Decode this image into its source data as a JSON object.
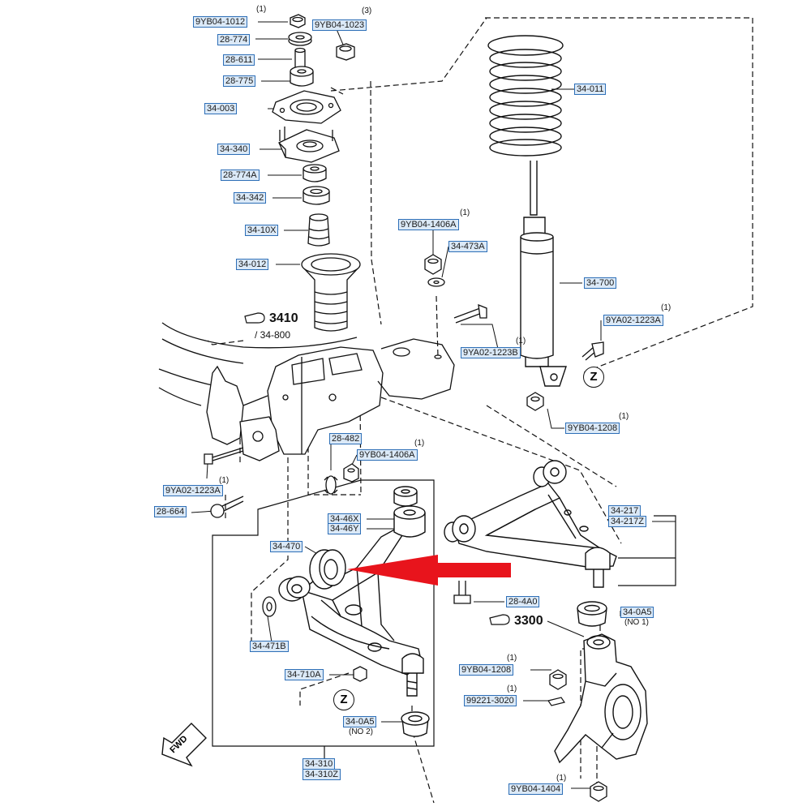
{
  "colors": {
    "label_border": "#2e6fb7",
    "label_fill": "#dbe9f7",
    "arrow": "#e8141c",
    "line": "#111111"
  },
  "icons": [
    "reference-hand-icon",
    "fwd-arrow-icon",
    "highlight-arrow-icon"
  ],
  "part_labels": [
    {
      "id": "9YB04-1012",
      "text": "9YB04-1012",
      "qty": "(1)"
    },
    {
      "id": "28-774",
      "text": "28-774"
    },
    {
      "id": "9YB04-1023",
      "text": "9YB04-1023",
      "qty": "(3)"
    },
    {
      "id": "28-611",
      "text": "28-611"
    },
    {
      "id": "28-775",
      "text": "28-775"
    },
    {
      "id": "34-003",
      "text": "34-003"
    },
    {
      "id": "34-340",
      "text": "34-340"
    },
    {
      "id": "28-774A",
      "text": "28-774A"
    },
    {
      "id": "34-342",
      "text": "34-342"
    },
    {
      "id": "34-10X",
      "text": "34-10X"
    },
    {
      "id": "34-012",
      "text": "34-012"
    },
    {
      "id": "34-011",
      "text": "34-011"
    },
    {
      "id": "9YB04-1406A-top",
      "text": "9YB04-1406A",
      "qty": "(1)"
    },
    {
      "id": "34-473A",
      "text": "34-473A"
    },
    {
      "id": "34-700",
      "text": "34-700"
    },
    {
      "id": "9YA02-1223A-right",
      "text": "9YA02-1223A",
      "qty": "(1)"
    },
    {
      "id": "9YA02-1223B",
      "text": "9YA02-1223B",
      "qty": "(1)"
    },
    {
      "id": "9YB04-1208-top",
      "text": "9YB04-1208",
      "qty": "(1)"
    },
    {
      "id": "28-482",
      "text": "28-482"
    },
    {
      "id": "9YB04-1406A-mid",
      "text": "9YB04-1406A",
      "qty": "(1)"
    },
    {
      "id": "9YA02-1223A-left",
      "text": "9YA02-1223A",
      "qty": "(1)"
    },
    {
      "id": "28-664",
      "text": "28-664"
    },
    {
      "id": "34-46X",
      "text": "34-46X"
    },
    {
      "id": "34-46Y",
      "text": "34-46Y"
    },
    {
      "id": "34-470",
      "text": "34-470"
    },
    {
      "id": "34-471B",
      "text": "34-471B"
    },
    {
      "id": "34-710A",
      "text": "34-710A"
    },
    {
      "id": "34-0A5-lower",
      "text": "34-0A5",
      "note": "(NO 2)"
    },
    {
      "id": "34-310",
      "text": "34-310"
    },
    {
      "id": "34-310Z",
      "text": "34-310Z"
    },
    {
      "id": "34-217",
      "text": "34-217"
    },
    {
      "id": "34-217Z",
      "text": "34-217Z"
    },
    {
      "id": "28-4A0",
      "text": "28-4A0"
    },
    {
      "id": "34-0A5-upper",
      "text": "34-0A5",
      "note": "(NO 1)"
    },
    {
      "id": "9YB04-1208-low",
      "text": "9YB04-1208",
      "qty": "(1)"
    },
    {
      "id": "99221-3020",
      "text": "99221-3020",
      "qty": "(1)"
    },
    {
      "id": "9YB04-1404",
      "text": "9YB04-1404",
      "qty": "(1)"
    }
  ],
  "references": [
    {
      "id": "ref-3410",
      "num": "3410",
      "sub": "/ 34-800"
    },
    {
      "id": "ref-3300",
      "num": "3300",
      "sub": ""
    }
  ],
  "z_marks": [
    "Z",
    "Z"
  ],
  "fwd": "FWD"
}
